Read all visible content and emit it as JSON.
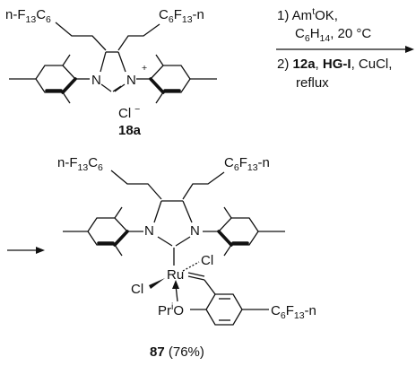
{
  "top": {
    "rf_left": {
      "a": "n-F",
      "b": "13",
      "c": "C",
      "d": "6"
    },
    "rf_right": {
      "a": "C",
      "b": "6",
      "c": "F",
      "d": "13",
      "e": "-n"
    },
    "n_left": "N",
    "n_right": "N",
    "charge": "+",
    "counterion": "Cl",
    "counterion_charge": "−",
    "compound_label": "18a"
  },
  "conditions": {
    "step1_prefix": "1) Am",
    "step1_sup": "t",
    "step1_suffix": "OK,",
    "step1_solvent_a": "C",
    "step1_solvent_b": "6",
    "step1_solvent_c": "H",
    "step1_solvent_d": "14",
    "step1_solvent_e": ", 20 °C",
    "step2_prefix": "2) ",
    "step2_reagent1": "12a",
    "step2_sep1": ", ",
    "step2_reagent2": "HG-I",
    "step2_rest": ", CuCl,",
    "step2_line2": "reflux"
  },
  "bottom": {
    "rf_left": {
      "a": "n-F",
      "b": "13",
      "c": "C",
      "d": "6"
    },
    "rf_right": {
      "a": "C",
      "b": "6",
      "c": "F",
      "d": "13",
      "e": "-n"
    },
    "n_left": "N",
    "n_right": "N",
    "metal": "Ru",
    "cl_top": "Cl",
    "cl_left": "Cl",
    "o_label_a": "Pr",
    "o_label_b": "i",
    "o_label_c": "O",
    "aryl_rf": {
      "a": "C",
      "b": "6",
      "c": "F",
      "d": "13",
      "e": "-n"
    },
    "compound_label": "87",
    "yield": " (76%)"
  }
}
